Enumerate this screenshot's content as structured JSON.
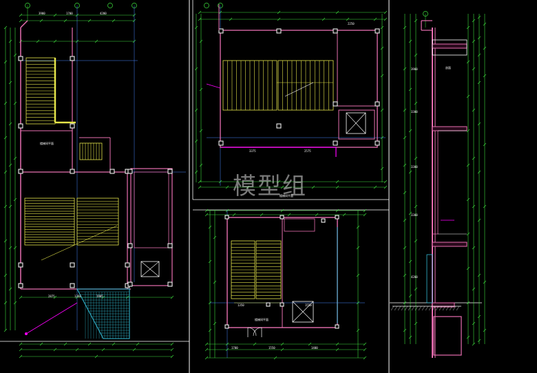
{
  "watermark": "模型组",
  "colors": {
    "background": "#000000",
    "wall": "#e86fb1",
    "column": "#ffffff",
    "stair": "#e5e54a",
    "dimension": "#3ee03e",
    "axis": "#4a86ff",
    "hatch": "#33bcd6",
    "accent": "#ff00ff"
  },
  "panels": {
    "plan_left": {
      "dims_top": [
        "3900",
        "1700",
        "4200"
      ],
      "dims_bottom": [
        "2875",
        "1350",
        "1905"
      ],
      "note": "楼梯间平面"
    },
    "plan_top_mid": {
      "dims_top": [
        "3375",
        "2575",
        "2250"
      ],
      "note": "楼梯间平面"
    },
    "plan_bottom_mid": {
      "dims_top": [
        "1350",
        "1550"
      ],
      "dims_bottom": [
        "1700",
        "1550",
        "1400"
      ],
      "note": "楼梯间平面"
    },
    "section_right": {
      "levels": [
        "3900",
        "3300",
        "3300",
        "3300",
        "4200"
      ],
      "note": "剖面"
    }
  }
}
